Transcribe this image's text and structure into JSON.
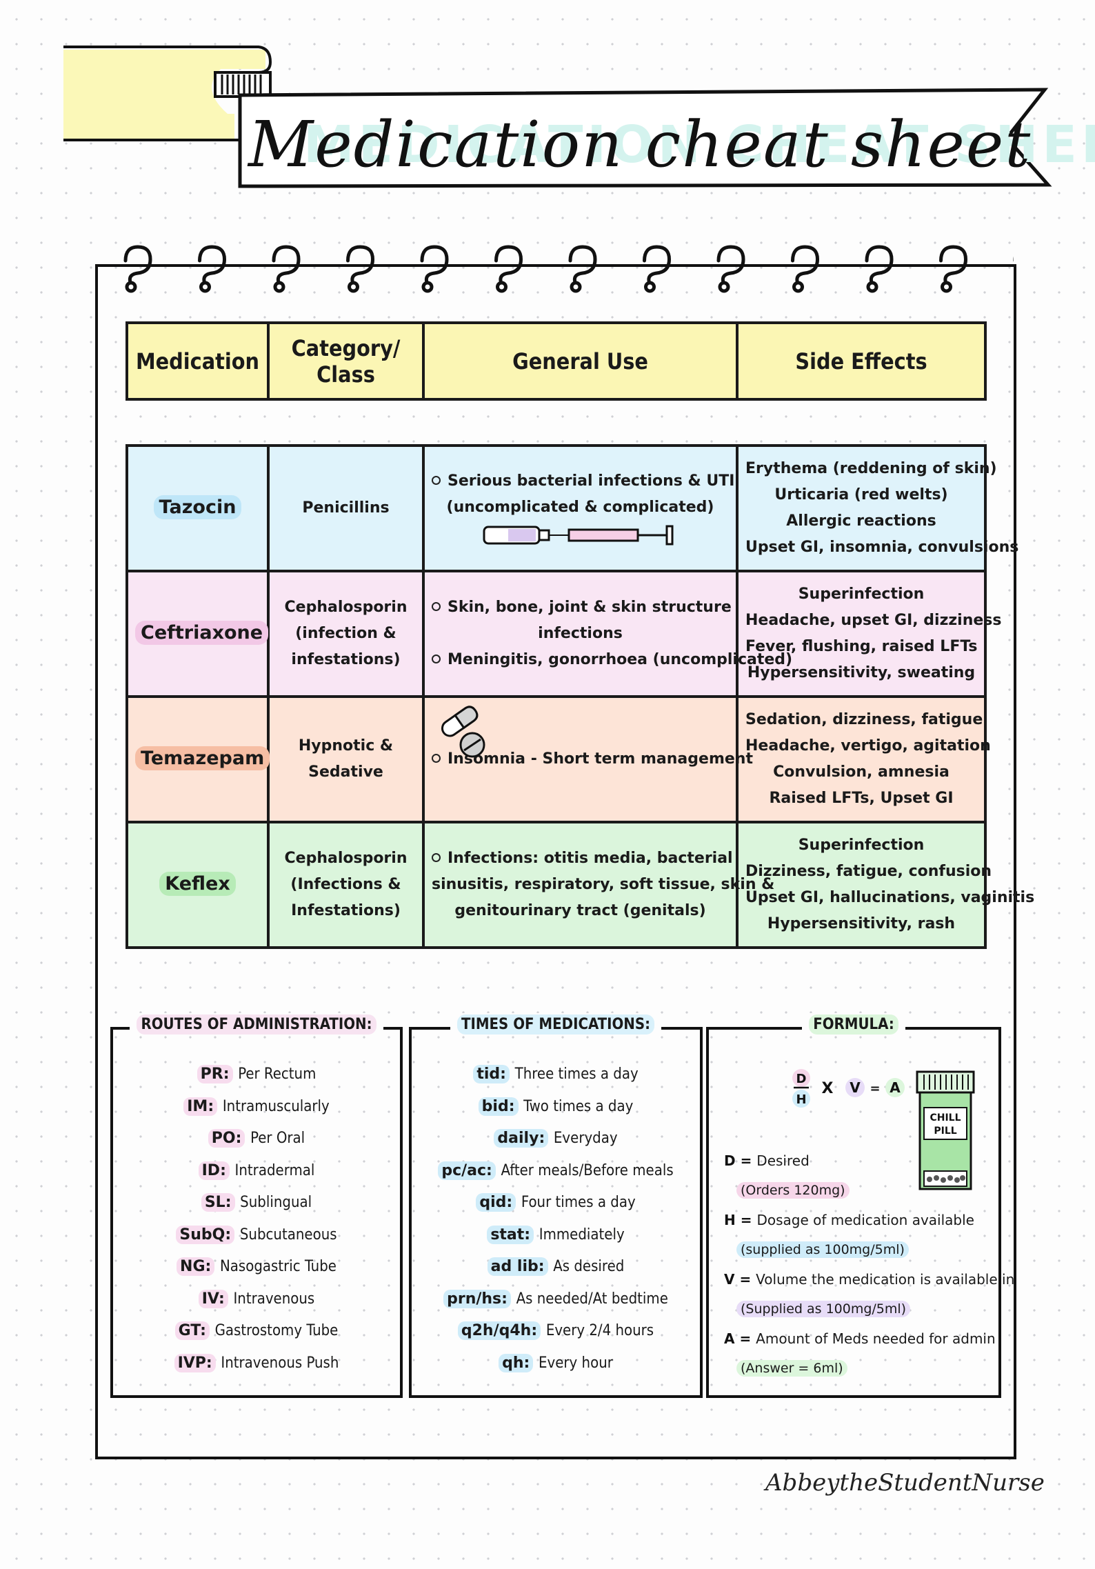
{
  "title": "Medication cheat sheet",
  "table_header": {
    "medication": "Medication",
    "category": "Category/ Class",
    "general_use": "General Use",
    "side_effects": "Side Effects"
  },
  "medications": [
    {
      "name": "Tazocin",
      "category": "Penicillins",
      "uses": [
        "Serious bacterial infections & UTI",
        "(uncomplicated & complicated)"
      ],
      "side_effects": [
        "Erythema (reddening of skin)",
        "Urticaria (red welts)",
        "Allergic reactions",
        "Upset GI, insomnia, convulsions"
      ],
      "illustration": "syringe-icon"
    },
    {
      "name": "Ceftriaxone",
      "category": "Cephalosporin (infection & infestations)",
      "uses": [
        "Skin, bone, joint & skin structure",
        "infections",
        "Meningitis, gonorrhoea (uncomplicated)"
      ],
      "side_effects": [
        "Superinfection",
        "Headache, upset GI, dizziness",
        "Fever, flushing, raised LFTs",
        "Hypersensitivity, sweating"
      ]
    },
    {
      "name": "Temazepam",
      "category": "Hypnotic & Sedative",
      "uses": [
        "Insomnia - Short term management"
      ],
      "side_effects": [
        "Sedation, dizziness, fatigue",
        "Headache, vertigo, agitation",
        "Convulsion, amnesia",
        "Raised LFTs, Upset GI"
      ],
      "illustration": "pills-icon"
    },
    {
      "name": "Keflex",
      "category": "Cephalosporin (Infections & Infestations)",
      "uses": [
        "Infections: otitis media, bacterial",
        "sinusitis, respiratory, soft tissue, skin &",
        "genitourinary tract (genitals)"
      ],
      "side_effects": [
        "Superinfection",
        "Dizziness, fatigue, confusion",
        "Upset GI, hallucinations, vaginitis",
        "Hypersensitivity, rash"
      ]
    }
  ],
  "routes": {
    "title": "ROUTES OF ADMINISTRATION:",
    "items": [
      {
        "abbr": "PR:",
        "def": "Per Rectum"
      },
      {
        "abbr": "IM:",
        "def": "Intramuscularly"
      },
      {
        "abbr": "PO:",
        "def": "Per Oral"
      },
      {
        "abbr": "ID:",
        "def": "Intradermal"
      },
      {
        "abbr": "SL:",
        "def": "Sublingual"
      },
      {
        "abbr": "SubQ:",
        "def": "Subcutaneous"
      },
      {
        "abbr": "NG:",
        "def": "Nasogastric Tube"
      },
      {
        "abbr": "IV:",
        "def": "Intravenous"
      },
      {
        "abbr": "GT:",
        "def": "Gastrostomy Tube"
      },
      {
        "abbr": "IVP:",
        "def": "Intravenous Push"
      }
    ]
  },
  "times": {
    "title": "TIMES OF MEDICATIONS:",
    "items": [
      {
        "abbr": "tid:",
        "def": "Three times a day"
      },
      {
        "abbr": "bid:",
        "def": "Two times a day"
      },
      {
        "abbr": "daily:",
        "def": "Everyday"
      },
      {
        "abbr": "pc/ac:",
        "def": "After meals/Before meals"
      },
      {
        "abbr": "qid:",
        "def": "Four times a day"
      },
      {
        "abbr": "stat:",
        "def": "Immediately"
      },
      {
        "abbr": "ad lib:",
        "def": "As desired"
      },
      {
        "abbr": "prn/hs:",
        "def": "As needed/At bedtime"
      },
      {
        "abbr": "q2h/q4h:",
        "def": "Every 2/4 hours"
      },
      {
        "abbr": "qh:",
        "def": "Every hour"
      }
    ]
  },
  "formula": {
    "title": "FORMULA:",
    "equation": {
      "num": "D",
      "den": "H",
      "times": "X",
      "v": "V",
      "eq": "=",
      "a": "A"
    },
    "bottle_label": [
      "CHILL",
      "PILL"
    ],
    "definitions": [
      {
        "key": "D =",
        "text": "Desired",
        "sub": "(Orders 120mg)",
        "color": "#f6d6e9"
      },
      {
        "key": "H =",
        "text": "Dosage of medication available",
        "sub": "(supplied as 100mg/5ml)",
        "color": "#cfecf9"
      },
      {
        "key": "V =",
        "text": "Volume the medication is available in",
        "sub": "(Supplied as 100mg/5ml)",
        "color": "#e7dcf7"
      },
      {
        "key": "A =",
        "text": "Amount of Meds needed for admin",
        "sub": "(Answer = 6ml)",
        "color": "#dcf6dc"
      }
    ]
  },
  "signature": "AbbeytheStudentNurse",
  "colors": {
    "banner_yellow": "#fbf8b8",
    "header_yellow": "#fbf6b4",
    "row_blue": "#dff3fb",
    "row_pink": "#f9e6f4",
    "row_orange": "#fde4d7",
    "row_green": "#dbf5dc"
  }
}
